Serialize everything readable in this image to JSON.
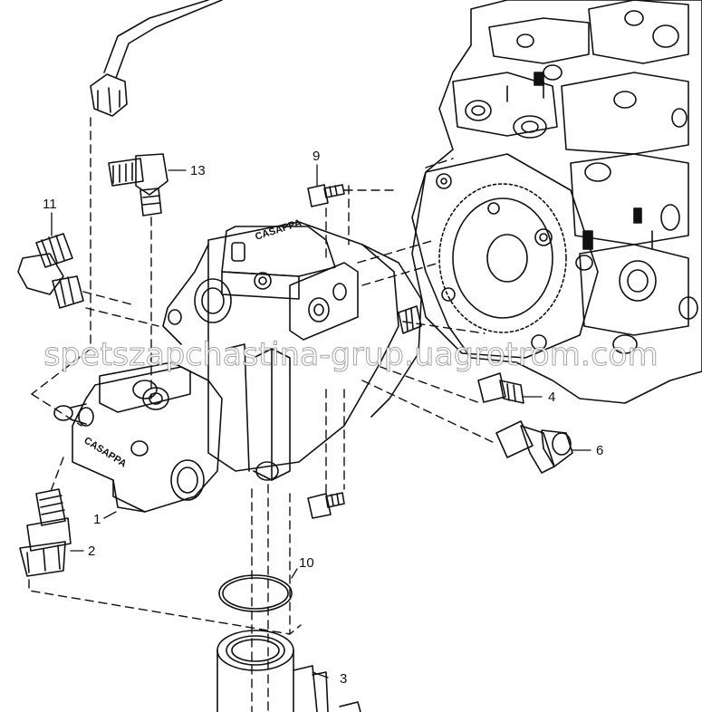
{
  "callouts": {
    "c1": "1",
    "c2": "2",
    "c3": "3",
    "c4": "4",
    "c6": "6",
    "c9": "9",
    "c10": "10",
    "c11": "11",
    "c13": "13"
  },
  "watermark": "spetszapchastina-grup.uagrotrom.com",
  "stamps": {
    "pump_top": "CASAPPA",
    "pump_side": "CASAPPA"
  },
  "colors": {
    "line": "#111111",
    "background": "#ffffff"
  }
}
